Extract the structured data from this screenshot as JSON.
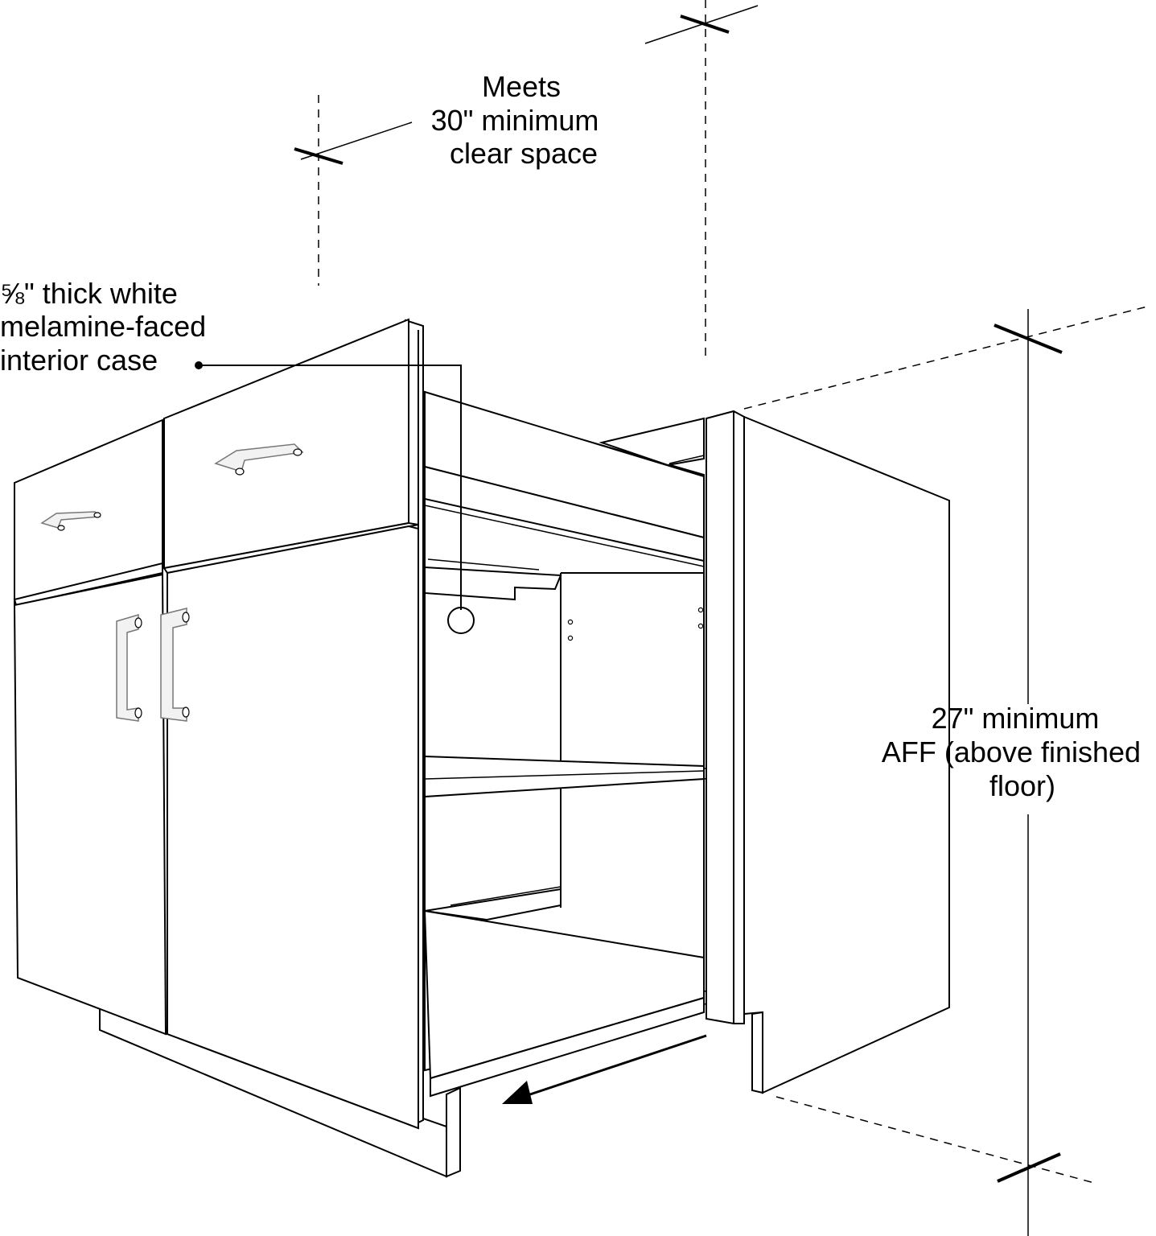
{
  "labels": {
    "clearance": [
      "Meets",
      "30\" minimum",
      "clear space"
    ],
    "case": [
      "⅝\" thick white",
      "melamine-faced",
      "interior case"
    ],
    "height": [
      "27\" minimum",
      "AFF (above finished",
      "floor)"
    ]
  },
  "colors": {
    "ink": "#000000",
    "background": "#ffffff",
    "handle": "#777777"
  },
  "icons": {
    "arrow": "pull-out-direction-arrow-icon",
    "callout": "callout-circle-icon"
  }
}
